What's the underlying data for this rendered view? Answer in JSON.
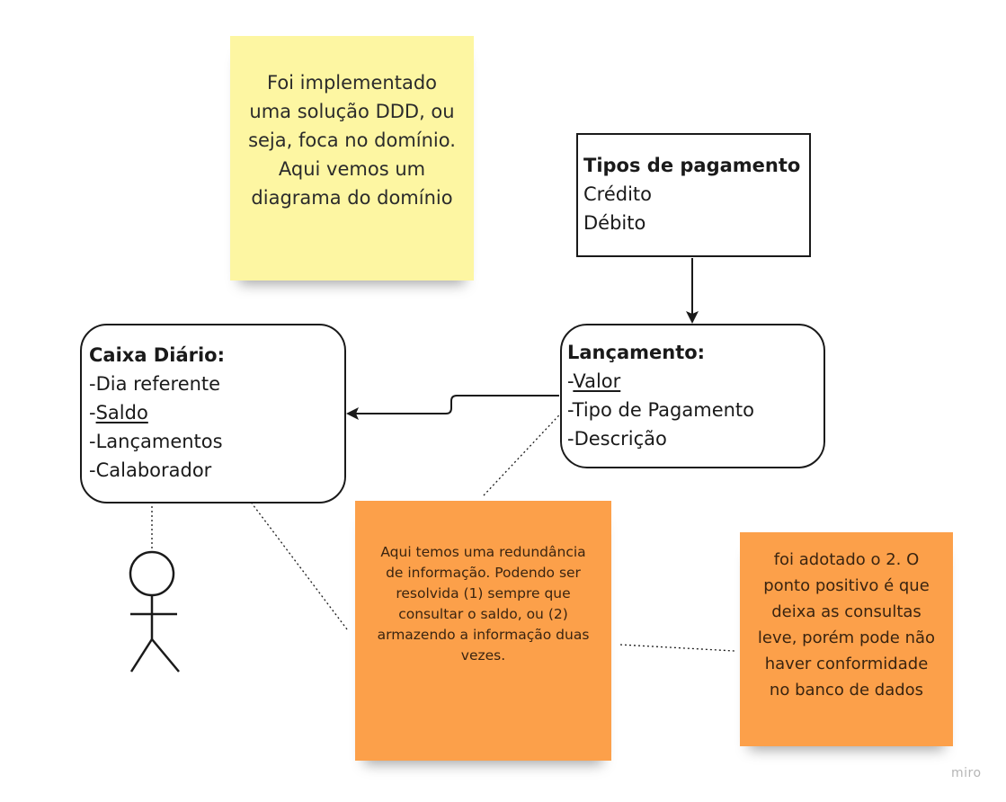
{
  "notes": {
    "ddd": "Foi implementado uma solução DDD, ou seja, foca no domínio. Aqui vemos um diagrama do domínio",
    "redundancia": "Aqui temos uma redundância de informação. Podendo ser resolvida (1) sempre que consultar o saldo, ou (2) armazendo a informação duas vezes.",
    "adotado": "foi adotado o 2. O ponto positivo é que deixa as consultas leve, porém pode não haver conformidade no banco de dados"
  },
  "tipos_pagamento": {
    "title": "Tipos de pagamento",
    "items": [
      "Crédito",
      "Débito"
    ]
  },
  "caixa_diario": {
    "title": "Caixa Diário:",
    "items": [
      "-Dia referente",
      "-",
      "Saldo",
      "-Lançamentos",
      "-Calaborador"
    ]
  },
  "lancamento": {
    "title": "Lançamento:",
    "items": [
      "-",
      "Valor",
      "-Tipo de Pagamento",
      "-Descrição"
    ]
  },
  "watermark": "miro",
  "colors": {
    "yellow_note": "#fdf6a2",
    "orange_note": "#fca04a",
    "stroke": "#1a1a1a"
  }
}
